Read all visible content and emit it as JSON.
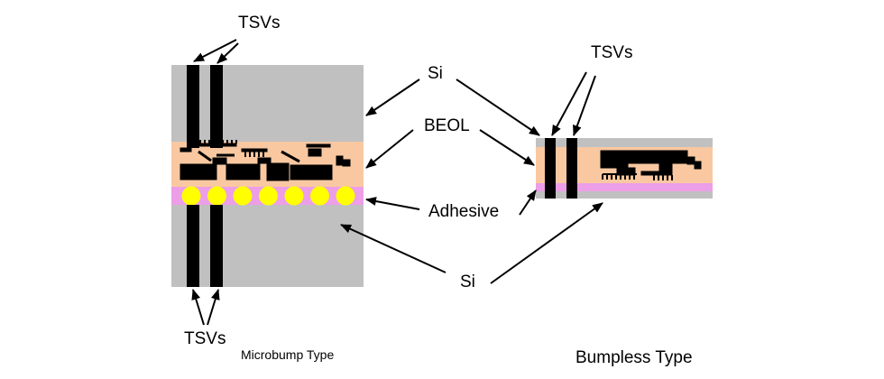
{
  "labels": {
    "tsvs_top_left": "TSVs",
    "tsvs_bottom_left": "TSVs",
    "tsvs_right": "TSVs",
    "si_top": "Si",
    "beol": "BEOL",
    "adhesive": "Adhesive",
    "si_bottom": "Si"
  },
  "captions": {
    "microbump": "Microbump Type",
    "bumpless": "Bumpless Type"
  },
  "colors": {
    "silicon": "#c0c0c0",
    "beol": "#f9c8a1",
    "adhesive": "#ec9ee8",
    "microbump": "#ffff00",
    "tsv": "#000000",
    "background": "#ffffff"
  },
  "microbump_count": 7
}
